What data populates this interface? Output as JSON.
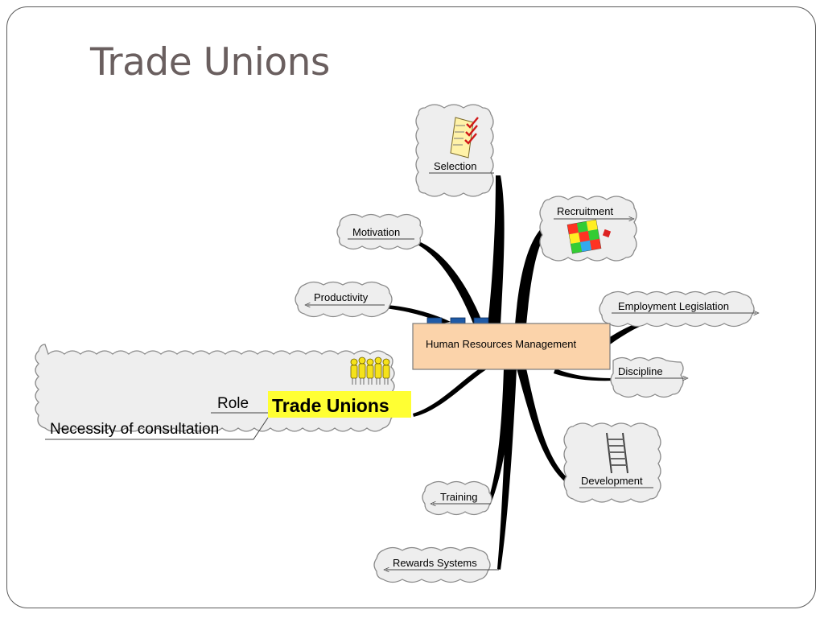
{
  "slide": {
    "title": "Trade Unions"
  },
  "mindmap": {
    "central": "Human Resources Management",
    "topics": {
      "selection": "Selection",
      "recruitment": "Recruitment",
      "motivation": "Motivation",
      "productivity": "Productivity",
      "employment_legislation": "Employment Legislation",
      "discipline": "Discipline",
      "development": "Development",
      "training": "Training",
      "rewards_systems": "Rewards Systems"
    },
    "trade_unions": {
      "label": "Trade Unions",
      "subtopics": [
        "Role",
        "Necessity of consultation"
      ]
    }
  },
  "colors": {
    "central_fill": "#fbd3aa",
    "central_tabs": "#1f5aa6",
    "highlight": "#ffff33",
    "title_text": "#6a5f5f",
    "cloud_fill": "#eeeeee"
  },
  "icons": {
    "selection": "checklist-icon",
    "recruitment": "puzzle-icon",
    "development": "ladder-icon",
    "trade_unions": "people-group-icon"
  }
}
